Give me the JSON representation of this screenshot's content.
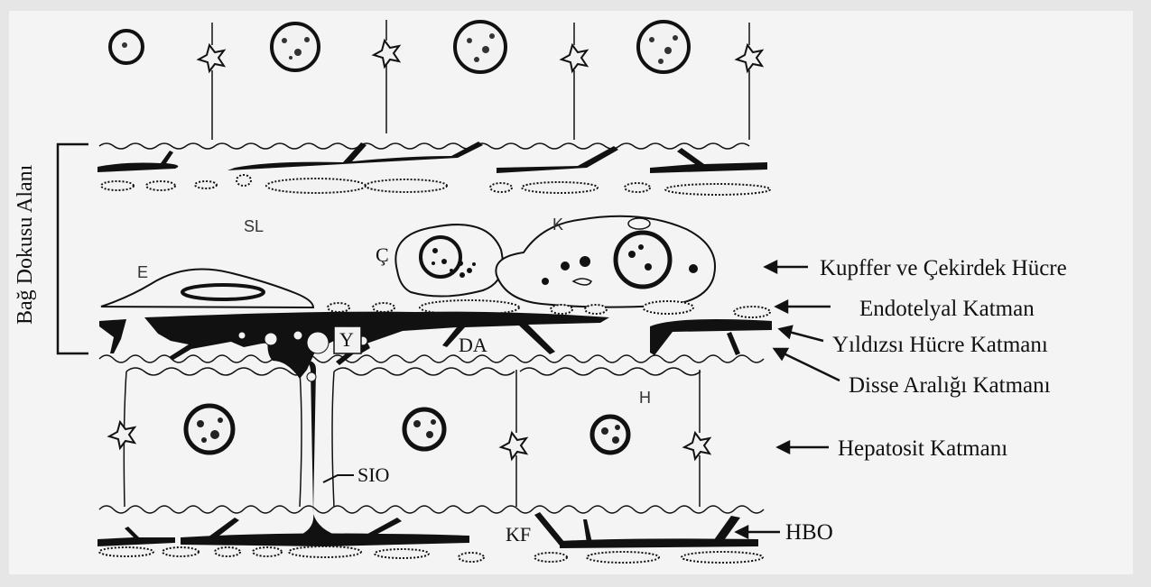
{
  "diagram": {
    "side_labels": {
      "kupffer": "Kupffer ve Çekirdek Hücre",
      "endotelyal": "Endotelyal Katman",
      "yildizsi": "Yıldızsı Hücre Katmanı",
      "disse": "Disse Aralığı Katmanı",
      "hepatosit": "Hepatosit Katmanı",
      "hbo": "HBO"
    },
    "bracket_label": "Bağ Dokusu Alanı",
    "inner_labels": {
      "sl": "SL",
      "k": "K",
      "c": "Ç",
      "e": "E",
      "y": "Y",
      "da": "DA",
      "h": "H",
      "sio": "SIO",
      "kf": "KF"
    },
    "colors": {
      "background": "#e6e6e6",
      "ink": "#111111",
      "paper": "#f2f2f2"
    }
  }
}
